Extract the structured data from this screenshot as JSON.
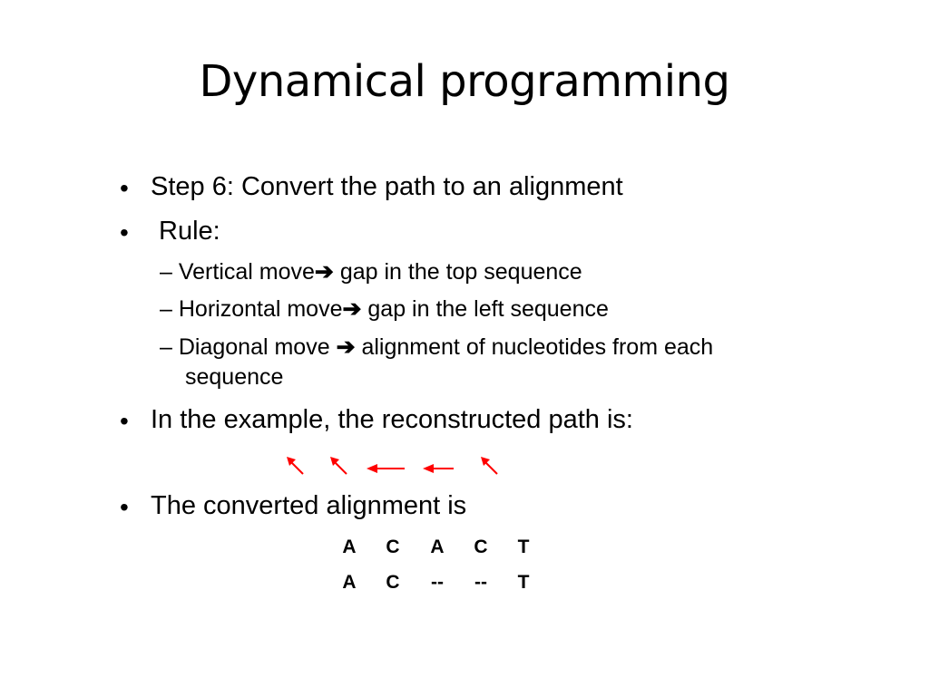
{
  "slide": {
    "title": "Dynamical programming",
    "bullets": [
      {
        "bullet": "•",
        "text": "Step 6: Convert the path to an alignment"
      },
      {
        "bullet": "•",
        "text": "Rule:"
      },
      {
        "bullet": "•",
        "text": "In the example, the reconstructed path is:"
      },
      {
        "bullet": "•",
        "text": "The converted alignment is"
      }
    ],
    "rules": [
      {
        "dash": "–",
        "before": "Vertical move",
        "arrow": "➔",
        "after": " gap in the top sequence"
      },
      {
        "dash": "–",
        "before": "Horizontal move",
        "arrow": "➔",
        "after": " gap in the left sequence"
      },
      {
        "dash": "–",
        "before": "Diagonal move ",
        "arrow": "➔",
        "after": " alignment of nucleotides from each",
        "continuation": "sequence"
      }
    ],
    "path_arrows": [
      "diagonal-up-left",
      "diagonal-up-left",
      "left",
      "left",
      "diagonal-up-left"
    ],
    "path_arrow_color": "#ff0000",
    "alignment": {
      "top": [
        "A",
        "C",
        "A",
        "C",
        "T"
      ],
      "bottom": [
        "A",
        "C",
        "--",
        "--",
        "T"
      ]
    }
  }
}
